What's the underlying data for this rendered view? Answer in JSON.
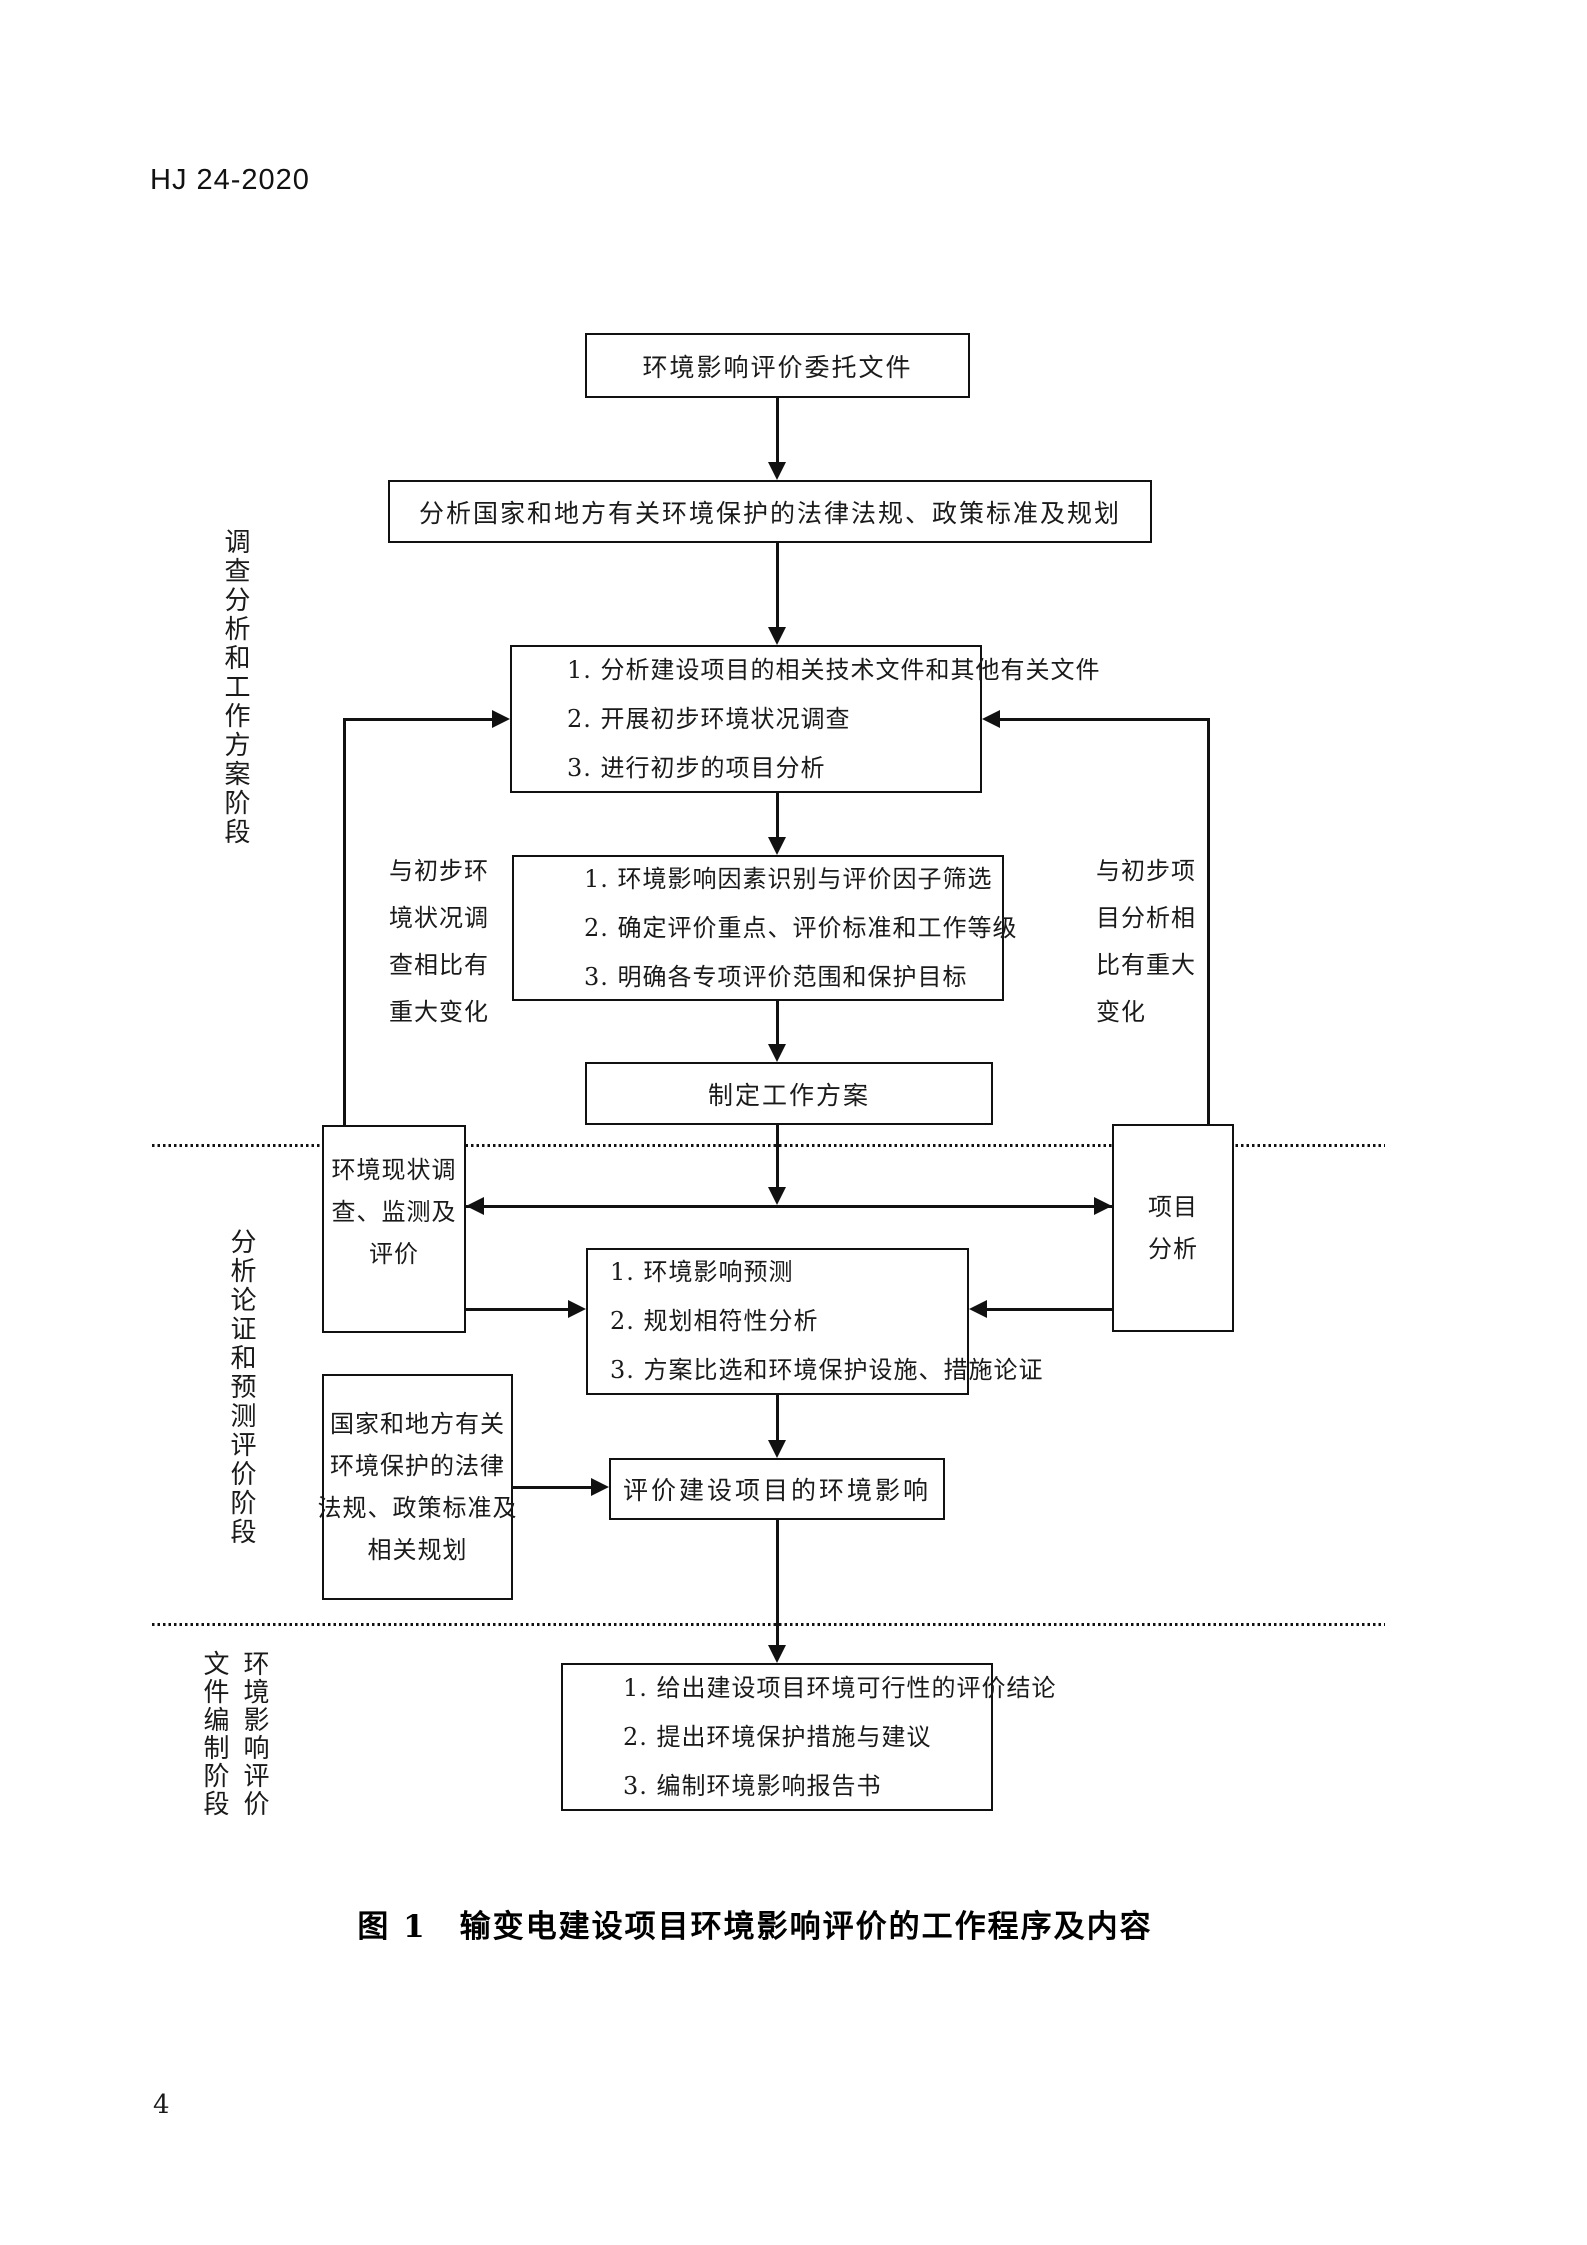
{
  "header": {
    "doc_code": "HJ 24-2020"
  },
  "footer": {
    "page_number": "4"
  },
  "caption": "图 1　输变电建设项目环境影响评价的工作程序及内容",
  "stages": {
    "stage1_label": "调查分析和工作方案阶段",
    "stage2_label": "分析论证和预测评价阶段",
    "stage3_label_right": "环境影响评价",
    "stage3_label_left": "文件编制阶段"
  },
  "flowchart": {
    "entrust": "环境影响评价委托文件",
    "analyze_laws": "分析国家和地方有关环境保护的法律法规、政策标准及规划",
    "preliminary": {
      "items": [
        "1. 分析建设项目的相关技术文件和其他有关文件",
        "2. 开展初步环境状况调查",
        "3. 进行初步的项目分析"
      ]
    },
    "feedback_left": {
      "lines": [
        "与初步环",
        "境状况调",
        "查相比有",
        "重大变化"
      ]
    },
    "feedback_right": {
      "lines": [
        "与初步项",
        "目分析相",
        "比有重大",
        "变化"
      ]
    },
    "factor": {
      "items": [
        "1. 环境影响因素识别与评价因子筛选",
        "2. 确定评价重点、评价标准和工作等级",
        "3. 明确各专项评价范围和保护目标"
      ]
    },
    "work_plan": "制定工作方案",
    "status_survey": {
      "lines": [
        "环境现状调",
        "查、监测及",
        "评价"
      ]
    },
    "project_analysis": {
      "lines": [
        "项目",
        "分析"
      ]
    },
    "prediction": {
      "items": [
        "1. 环境影响预测",
        "2. 规划相符性分析",
        "3. 方案比选和环境保护设施、措施论证"
      ]
    },
    "laws_planning": {
      "lines": [
        "国家和地方有关",
        "环境保护的法律",
        "法规、政策标准及",
        "相关规划"
      ]
    },
    "evaluate": "评价建设项目的环境影响",
    "conclusion": {
      "items": [
        "1. 给出建设项目环境可行性的评价结论",
        "2. 提出环境保护措施与建议",
        "3. 编制环境影响报告书"
      ]
    }
  }
}
